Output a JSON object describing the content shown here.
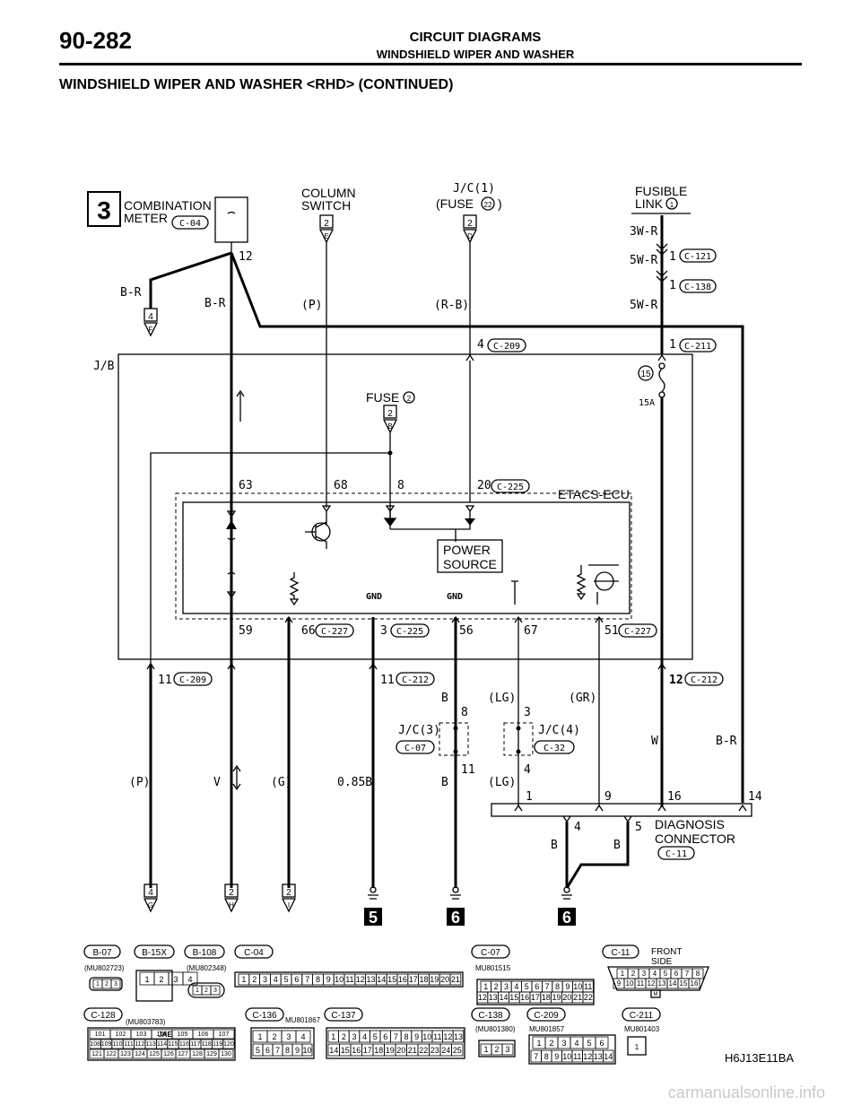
{
  "header": {
    "page_number": "90-282",
    "section_title": "CIRCUIT DIAGRAMS",
    "section_subtitle": "WINDSHIELD WIPER AND WASHER",
    "diagram_heading": "WINDSHIELD WIPER AND WASHER <RHD>  (CONTINUED)"
  },
  "section_number": "3",
  "components": {
    "combination_meter": [
      "COMBINATION",
      "METER"
    ],
    "combination_meter_conn": "C-04",
    "column_switch": [
      "COLUMN",
      "SWITCH"
    ],
    "jc1": [
      "J/C(1)",
      "(FUSE",
      ")"
    ],
    "fuse22": "22",
    "fusible_link": [
      "FUSIBLE",
      "LINK"
    ],
    "fusible_link_no": "1",
    "jb": "J/B",
    "fuse2": "FUSE",
    "fuse2_no": "2",
    "etacs": "ETACS-ECU",
    "power_source": [
      "POWER",
      "SOURCE"
    ],
    "fuse15": "15",
    "fuse15_rating": "15A",
    "jc3": "J/C(3)",
    "jc3_conn": "C-07",
    "jc4": "J/C(4)",
    "jc4_conn": "C-32",
    "diagnosis": [
      "DIAGNOSIS",
      "CONNECTOR"
    ],
    "diagnosis_conn": "C-11",
    "gnd": "GND"
  },
  "connector_refs": {
    "c121": "C-121",
    "c138": "C-138",
    "c211": "C-211",
    "c209": "C-209",
    "c225": "C-225",
    "c227": "C-227",
    "c212": "C-212"
  },
  "pins": {
    "p12": "12",
    "p1": "1",
    "p4": "4",
    "p63": "63",
    "p68": "68",
    "p8": "8",
    "p20": "20",
    "p59": "59",
    "p66": "66",
    "p3": "3",
    "p56": "56",
    "p67": "67",
    "p51": "51",
    "p11": "11",
    "p9": "9",
    "p16": "16",
    "p14": "14",
    "p5": "5",
    "p2": "2"
  },
  "wires": {
    "three_w_r": "3W-R",
    "five_w_r": "5W-R",
    "b_r": "B-R",
    "p_paren": "(P)",
    "r_b": "(R-B)",
    "b": "B",
    "lg": "(LG)",
    "gr": "(GR)",
    "w": "W",
    "v": "V",
    "g": "(G)",
    "o85b": "0.85B"
  },
  "tags": {
    "tag4": "4",
    "tagF": "F",
    "tag2": "2",
    "tagE": "E",
    "tagD": "D",
    "tagB": "B",
    "tagG": "G",
    "tagH": "H",
    "tagI": "I"
  },
  "grounds": [
    "5",
    "6",
    "6"
  ],
  "connector_table": {
    "top_row": [
      "B-07",
      "B-15X",
      "B-108",
      "C-04",
      "C-07",
      "C-11"
    ],
    "bottom_row": [
      "C-128",
      "C-136",
      "C-137",
      "C-138",
      "C-209",
      "C-211"
    ],
    "part_numbers": {
      "b07": "(MU802723)",
      "b108": "(MU802348)",
      "c07": "MU801515",
      "c128": "(MU803783)",
      "c136": "MU801867",
      "c138": "(MU801380)",
      "c209": "MU801857",
      "c211": "MU801403"
    },
    "front_side": [
      "FRONT",
      "SIDE"
    ],
    "jae": "JAE",
    "c11_tab": "M",
    "c211_pin": "1",
    "b07_pins": [
      "1",
      "2",
      "3"
    ],
    "b15x_pins": [
      "1",
      "2",
      "3",
      "4"
    ],
    "b108_pins": [
      "1",
      "2",
      "3"
    ],
    "c04_pins": [
      "1",
      "2",
      "3",
      "4",
      "5",
      "6",
      "7",
      "8",
      "9",
      "10",
      "11",
      "12",
      "13",
      "14",
      "15",
      "16",
      "17",
      "18",
      "19",
      "20",
      "21"
    ],
    "c07_row1": [
      "1",
      "2",
      "3",
      "4",
      "5",
      "6",
      "7",
      "8",
      "9",
      "10",
      "11"
    ],
    "c07_row2": [
      "12",
      "13",
      "14",
      "15",
      "16",
      "17",
      "18",
      "19",
      "20",
      "21",
      "22"
    ],
    "c11_row1": [
      "1",
      "2",
      "3",
      "4",
      "5",
      "6",
      "7",
      "8"
    ],
    "c11_row2": [
      "9",
      "10",
      "11",
      "12",
      "13",
      "14",
      "15",
      "16"
    ],
    "c128_row1": [
      "101",
      "102",
      "103",
      "104",
      "105",
      "106",
      "107"
    ],
    "c128_row2": [
      "108",
      "109",
      "110",
      "111",
      "112",
      "113",
      "114",
      "115",
      "116",
      "117",
      "118",
      "119",
      "120"
    ],
    "c128_row3": [
      "121",
      "122",
      "123",
      "124",
      "125",
      "126",
      "127",
      "128",
      "129",
      "130"
    ],
    "c136_row1": [
      "1",
      "2",
      "3",
      "4"
    ],
    "c136_row2": [
      "5",
      "6",
      "7",
      "8",
      "9",
      "10"
    ],
    "c137_row1": [
      "1",
      "2",
      "3",
      "4",
      "5",
      "6",
      "7",
      "8",
      "9",
      "10",
      "11",
      "12",
      "13"
    ],
    "c137_row2": [
      "14",
      "15",
      "16",
      "17",
      "18",
      "19",
      "20",
      "21",
      "22",
      "23",
      "24",
      "25"
    ],
    "c138_pins": [
      "1",
      "2",
      "3"
    ],
    "c209_row1": [
      "1",
      "2",
      "3",
      "4",
      "5",
      "6"
    ],
    "c209_row2": [
      "7",
      "8",
      "9",
      "10",
      "11",
      "12",
      "13",
      "14"
    ]
  },
  "figure_code": "H6J13E11BA",
  "watermark": "carmanualsonline.info"
}
